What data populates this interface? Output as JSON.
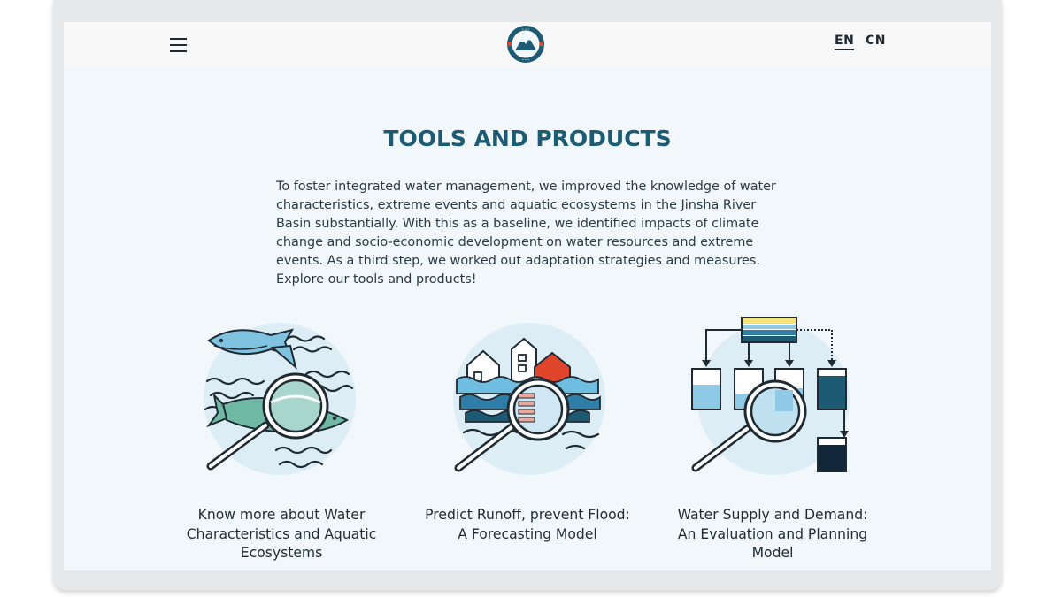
{
  "header": {
    "menu_icon": "hamburger-menu-icon",
    "logo_icon": "mountain-emblem-logo",
    "languages": [
      {
        "code": "EN",
        "active": true
      },
      {
        "code": "CN",
        "active": false
      }
    ]
  },
  "main": {
    "title": "TOOLS AND PRODUCTS",
    "intro_lines": [
      "To foster integrated water management, we improved the knowledge of water",
      "characteristics, extreme events and aquatic ecosystems in the Jinsha River",
      "Basin substantially. With this as a baseline, we identified impacts of climate",
      "change and socio-economic development on water resources and extreme",
      "events. As a third step, we worked out adaptation strategies and measures.",
      "Explore our tools and products!"
    ],
    "products": [
      {
        "icon": "fish-magnifier-icon",
        "label_lines": [
          "Know more about Water",
          "Characteristics and Aquatic",
          "Ecosystems"
        ]
      },
      {
        "icon": "flood-magnifier-icon",
        "label_lines": [
          "Predict Runoff, prevent Flood:",
          "A Forecasting Model"
        ]
      },
      {
        "icon": "water-supply-flow-icon",
        "label_lines": [
          "Water Supply and Demand:",
          "An Evaluation and Planning",
          "Model"
        ]
      }
    ]
  },
  "colors": {
    "title": "#1d5a74",
    "text": "#2b3a44",
    "accent_red": "#e0442b",
    "water_light": "#8ecae6",
    "water_dark": "#2f6f8e",
    "circle_bg": "#dcedf5",
    "yellow": "#f4e27a"
  }
}
